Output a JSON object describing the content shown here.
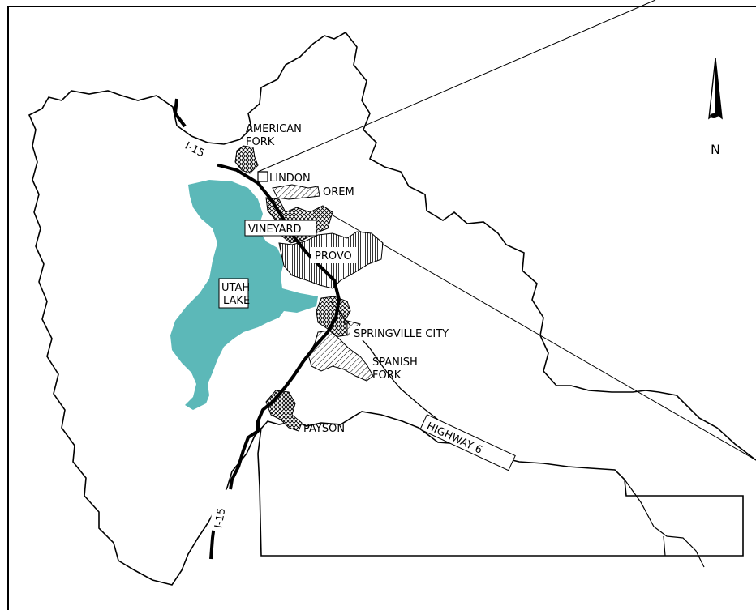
{
  "colors": {
    "lake": "#5cb8b8",
    "line": "#000000",
    "background": "#ffffff"
  },
  "lake_label": {
    "line1": "UTAH",
    "line2": "LAKE"
  },
  "cities": {
    "american_fork": {
      "line1": "AMERICAN",
      "line2": "FORK"
    },
    "lindon": "LINDON",
    "orem": "OREM",
    "vineyard": "VINEYARD",
    "provo": "PROVO",
    "springville": "SPRINGVILLE CITY",
    "spanish_fork": {
      "line1": "SPANISH",
      "line2": "FORK"
    },
    "payson": "PAYSON"
  },
  "roads": {
    "i15": "I-15",
    "highway6": "HIGHWAY 6"
  },
  "north_arrow": {
    "label": "N",
    "icon": "north-arrow-icon"
  }
}
